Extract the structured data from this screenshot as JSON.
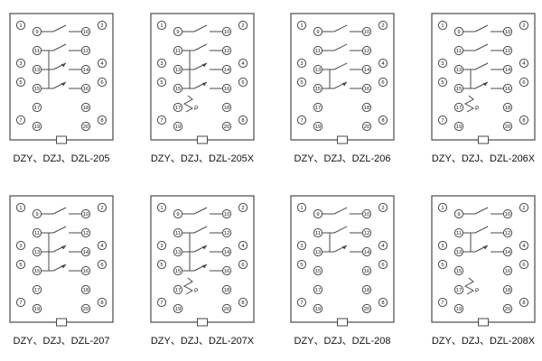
{
  "diagram_color": "#4a4a4a",
  "text_color": "#111111",
  "panels": [
    {
      "label": "DZY、DZJ、DZL-205",
      "contacts": [
        "no",
        "no",
        "co",
        "co",
        "plain",
        "plain"
      ],
      "p_symbol": false
    },
    {
      "label": "DZY、DZJ、DZL-205X",
      "contacts": [
        "no",
        "no",
        "co",
        "co",
        "plain",
        "plain"
      ],
      "p_symbol": true
    },
    {
      "label": "DZY、DZJ、DZL-206",
      "contacts": [
        "no",
        "no",
        "no",
        "co",
        "plain",
        "plain"
      ],
      "p_symbol": false
    },
    {
      "label": "DZY、DZJ、DZL-206X",
      "contacts": [
        "no",
        "no",
        "no",
        "co",
        "plain",
        "plain"
      ],
      "p_symbol": true
    },
    {
      "label": "DZY、DZJ、DZL-207",
      "contacts": [
        "no",
        "no",
        "co",
        "co",
        "plain",
        "plain"
      ],
      "p_symbol": false
    },
    {
      "label": "DZY、DZJ、DZL-207X",
      "contacts": [
        "no",
        "no",
        "co",
        "co",
        "plain",
        "plain"
      ],
      "p_symbol": true
    },
    {
      "label": "DZY、DZJ、DZL-208",
      "contacts": [
        "no",
        "no",
        "co",
        "plain",
        "plain",
        "plain"
      ],
      "p_symbol": false
    },
    {
      "label": "DZY、DZJ、DZL-208X",
      "contacts": [
        "no",
        "no",
        "co",
        "plain",
        "plain",
        "plain"
      ],
      "p_symbol": true
    }
  ],
  "terminal_layout": {
    "rows": [
      {
        "outer_left": "1",
        "inner_left": "9",
        "inner_right": "10",
        "outer_right": "2"
      },
      {
        "inner_left": "11",
        "inner_right": "12"
      },
      {
        "outer_left": "3",
        "inner_left": "13",
        "inner_right": "14",
        "outer_right": "4"
      },
      {
        "outer_left": "5",
        "inner_left": "15",
        "inner_right": "16",
        "outer_right": "6"
      },
      {
        "inner_left": "17",
        "inner_right": "18"
      },
      {
        "outer_left": "7",
        "inner_left": "19",
        "inner_right": "20",
        "outer_right": "8"
      }
    ]
  },
  "p_label": "P"
}
